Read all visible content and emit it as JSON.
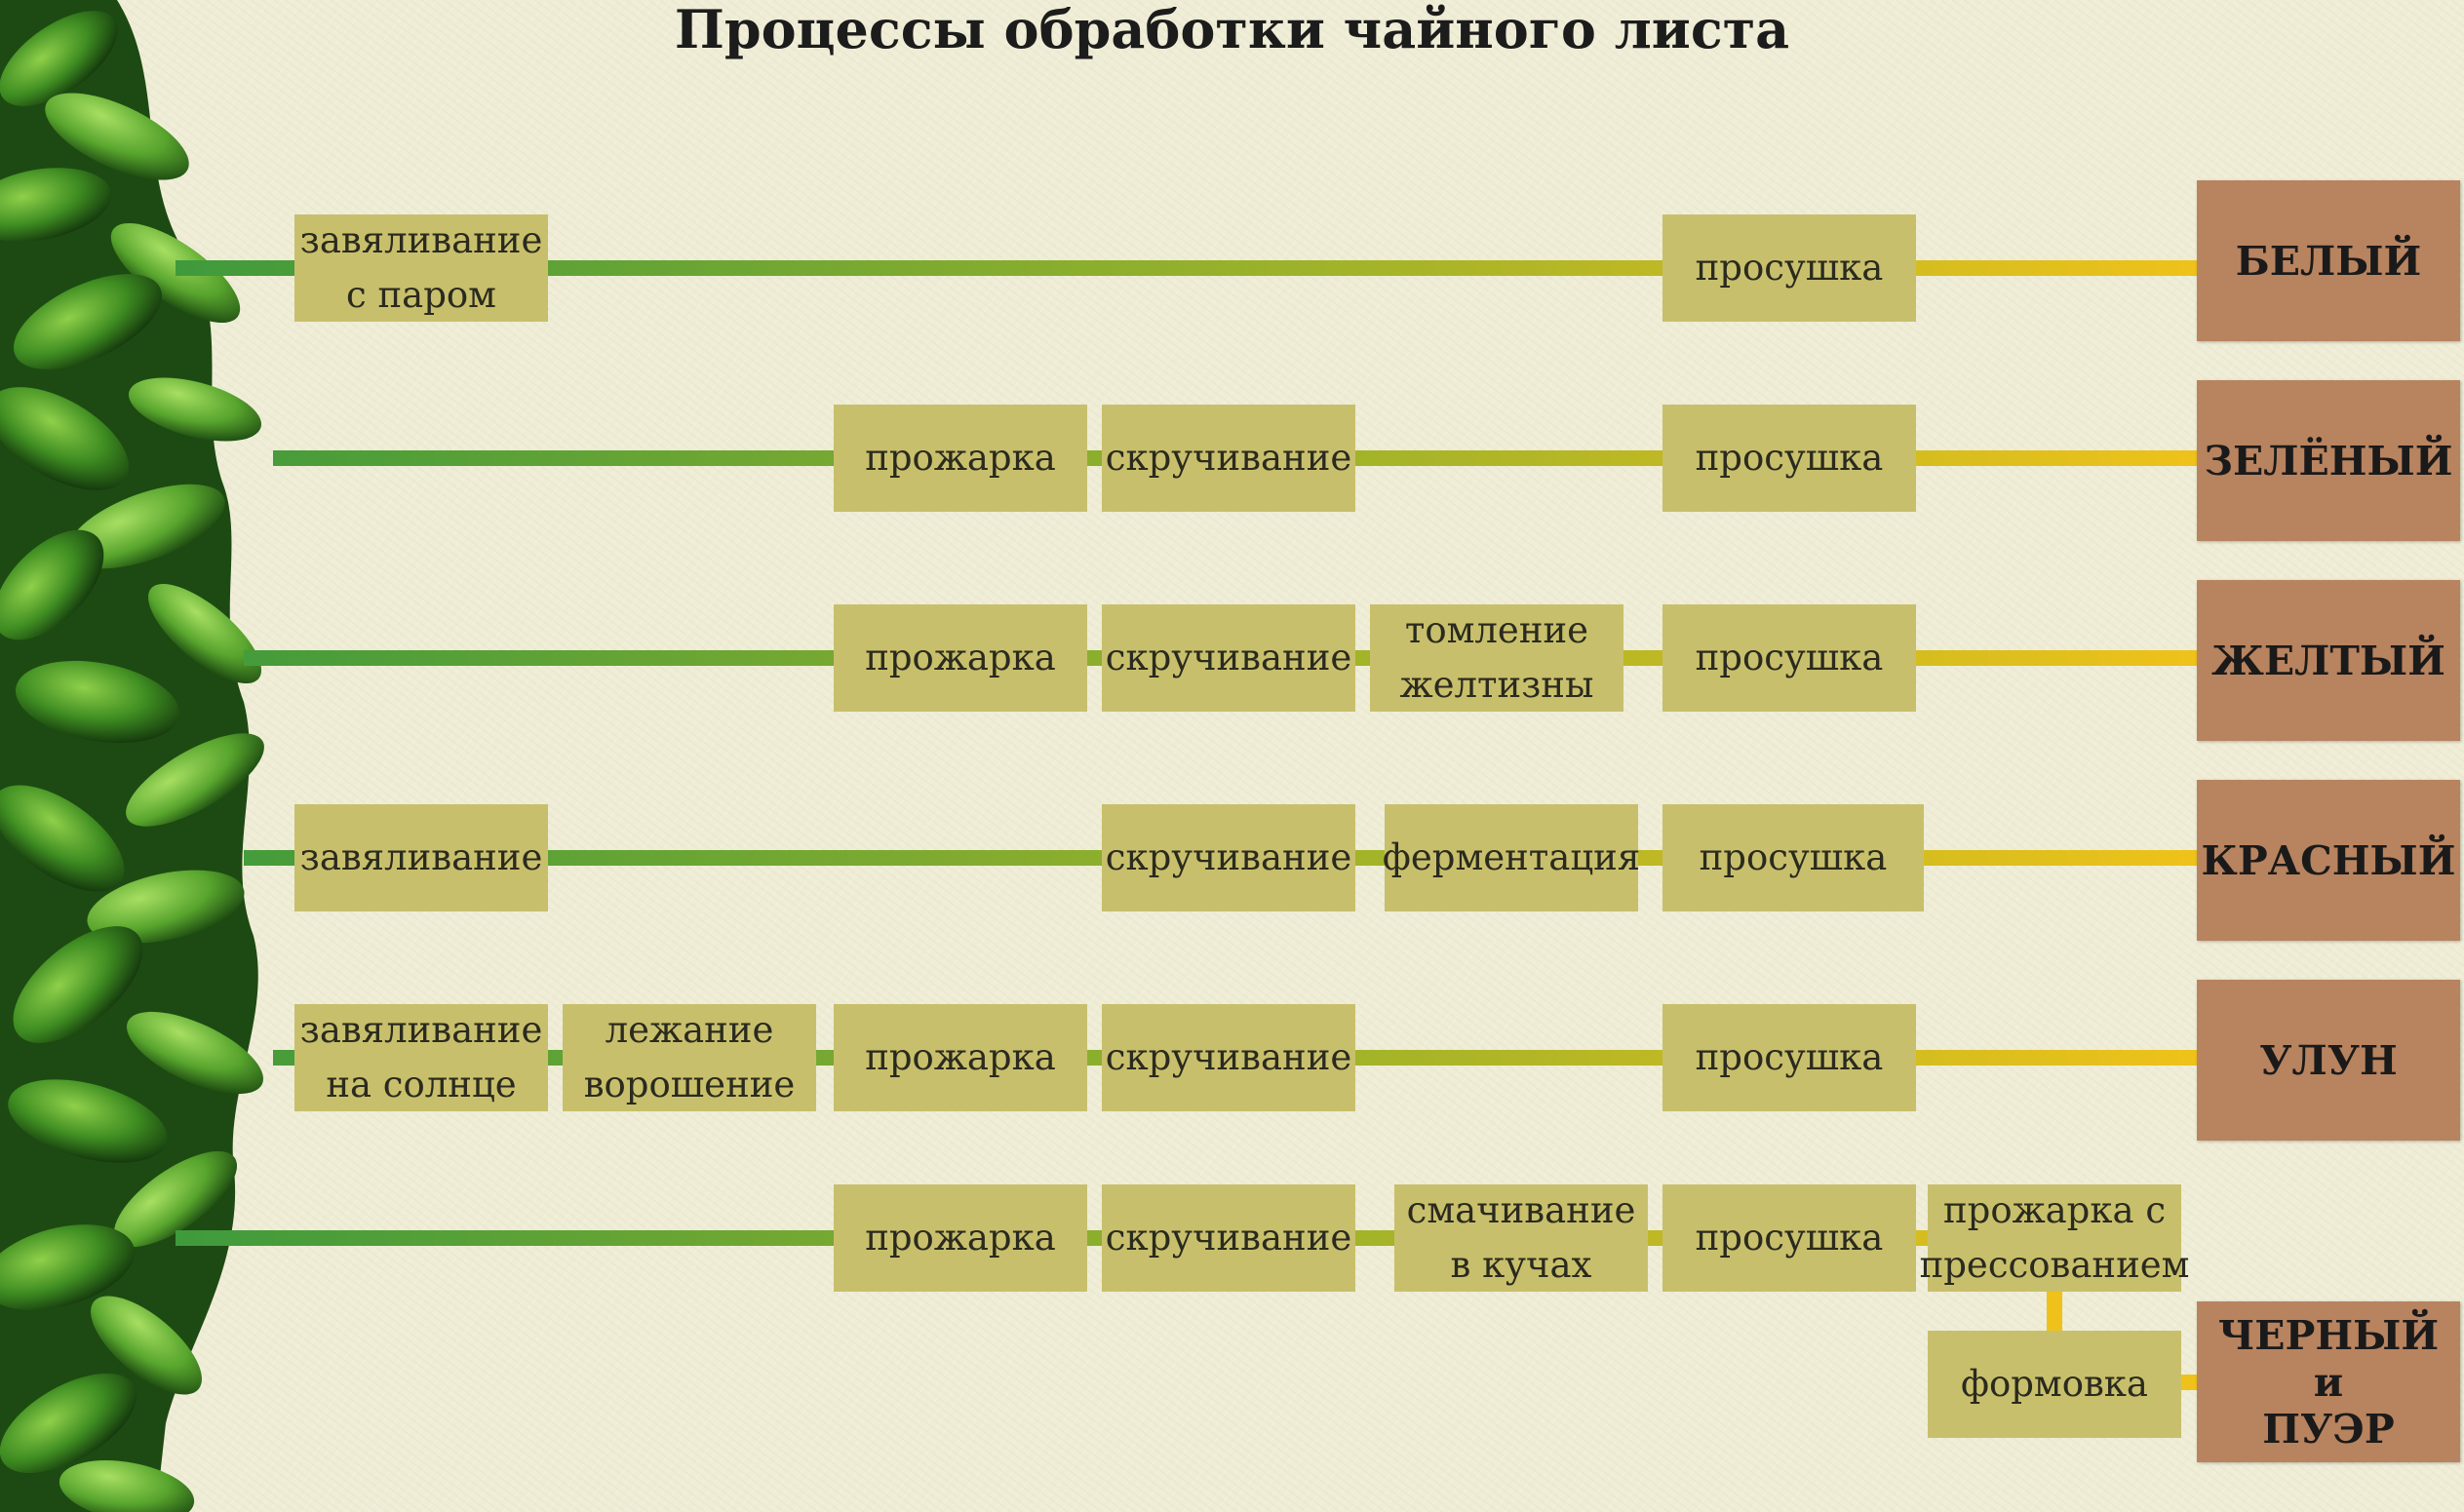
{
  "title": "Процессы обработки чайного листа",
  "colors": {
    "background": "#efedd6",
    "step_box": "#c8bf6c",
    "result_box": "#b8835f",
    "line_start": "#3f9a3c",
    "line_end": "#eec21a",
    "leaves": "#3e8c22"
  },
  "rows": [
    {
      "steps": [
        "завяливание\nс паром",
        "просушка"
      ],
      "result": "БЕЛЫЙ"
    },
    {
      "steps": [
        "прожарка",
        "скручивание",
        "просушка"
      ],
      "result": "ЗЕЛЁНЫЙ"
    },
    {
      "steps": [
        "прожарка",
        "скручивание",
        "томление\nжелтизны",
        "просушка"
      ],
      "result": "ЖЕЛТЫЙ"
    },
    {
      "steps": [
        "завяливание",
        "скручивание",
        "ферментация",
        "просушка"
      ],
      "result": "КРАСНЫЙ"
    },
    {
      "steps": [
        "завяливание\nна солнце",
        "лежание\nворошение",
        "прожарка",
        "скручивание",
        "просушка"
      ],
      "result": "УЛУН"
    },
    {
      "steps": [
        "прожарка",
        "скручивание",
        "смачивание\nв кучах",
        "просушка",
        "прожарка с\nпрессованием",
        "формовка"
      ],
      "result": "ЧЕРНЫЙ\nи\nПУЭР"
    }
  ]
}
